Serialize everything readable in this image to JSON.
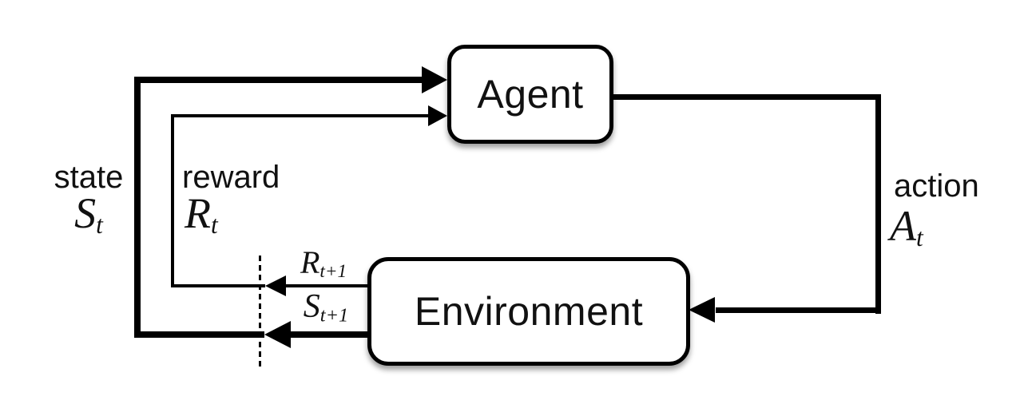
{
  "diagram": {
    "type": "flow-diagram",
    "description": "agent-environment interaction loop",
    "nodes": {
      "agent": {
        "label": "Agent"
      },
      "environment": {
        "label": "Environment"
      }
    },
    "edges": {
      "state": {
        "word": "state",
        "symbol": "S",
        "subscript": "t"
      },
      "reward": {
        "word": "reward",
        "symbol": "R",
        "subscript": "t"
      },
      "action": {
        "word": "action",
        "symbol": "A",
        "subscript": "t"
      },
      "next_reward": {
        "symbol": "R",
        "subscript": "t+1"
      },
      "next_state": {
        "symbol": "S",
        "subscript": "t+1"
      }
    },
    "colors": {
      "line": "#000000",
      "text": "#111111",
      "node_fill": "#ffffff",
      "node_border": "#000000",
      "background": "#ffffff"
    }
  }
}
